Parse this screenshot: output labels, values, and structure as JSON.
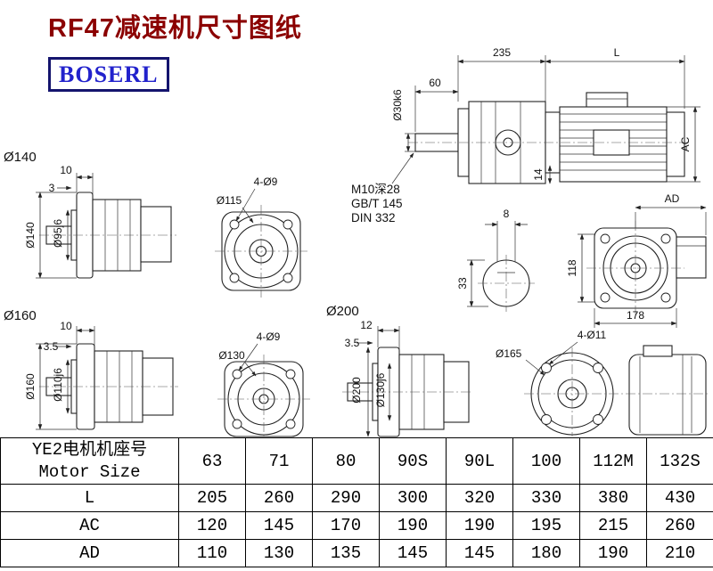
{
  "header": {
    "title": "RF47减速机尺寸图纸",
    "logo": "BOSERL"
  },
  "colors": {
    "title_color": "#8b0000",
    "logo_text": "#2222cc",
    "logo_border": "#14146e",
    "line_color": "#222222"
  },
  "views": {
    "side": {
      "dim_235": "235",
      "dim_l": "L",
      "dim_60": "60",
      "dim_shaft_dia": "Ø30k6",
      "dim_ac": "AC",
      "dim_14": "14",
      "dim_ad": "AD"
    },
    "key_section": {
      "dim_key_width": "8",
      "dim_33": "33"
    },
    "shaft_notes": {
      "line1": "M10深28",
      "line2": "GB/T 145",
      "line3": "DIN 332"
    },
    "rear": {
      "dim_118": "118",
      "dim_178": "178"
    },
    "flange140": {
      "title": "Ø140",
      "dim_10": "10",
      "dim_3": "3",
      "dim_outer": "Ø140",
      "dim_spigot": "Ø95j6"
    },
    "flange115": {
      "dim_holes": "4-Ø9",
      "dim_bolt_circle": "Ø115"
    },
    "flange160": {
      "title": "Ø160",
      "dim_10": "10",
      "dim_3_5": "3.5",
      "dim_outer": "Ø160",
      "dim_spigot": "Ø110j6"
    },
    "flange130": {
      "dim_holes": "4-Ø9",
      "dim_bolt_circle": "Ø130"
    },
    "flange200": {
      "title": "Ø200",
      "dim_12": "12",
      "dim_3_5": "3.5",
      "dim_outer": "Ø200",
      "dim_spigot": "Ø130j6"
    },
    "motor_rear": {
      "dim_holes": "4-Ø11",
      "dim_bolt_circle": "Ø165"
    }
  },
  "table": {
    "header": {
      "cn": "YE2电机机座号",
      "en": "Motor Size"
    },
    "sizes": [
      "63",
      "71",
      "80",
      "90S",
      "90L",
      "100",
      "112M",
      "132S"
    ],
    "rows": [
      {
        "label": "L",
        "values": [
          "205",
          "260",
          "290",
          "300",
          "320",
          "330",
          "380",
          "430"
        ]
      },
      {
        "label": "AC",
        "values": [
          "120",
          "145",
          "170",
          "190",
          "190",
          "195",
          "215",
          "260"
        ]
      },
      {
        "label": "AD",
        "values": [
          "110",
          "130",
          "135",
          "145",
          "145",
          "180",
          "190",
          "210"
        ]
      }
    ]
  }
}
